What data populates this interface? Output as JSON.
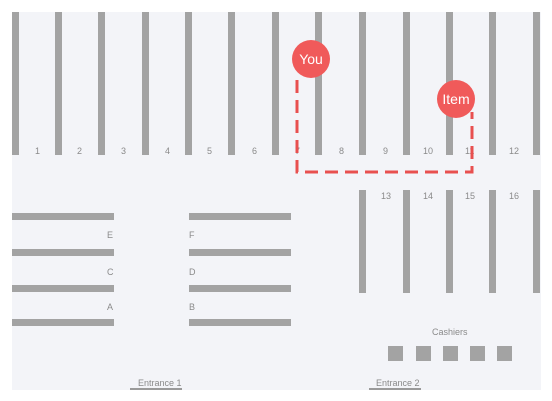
{
  "colors": {
    "floor": "#f3f4f8",
    "shelf": "#a3a3a3",
    "label": "#8a8a8a",
    "marker": "#f05a5a",
    "route": "#e8504f"
  },
  "aisles_top": [
    "1",
    "2",
    "3",
    "4",
    "5",
    "6",
    "7",
    "8",
    "9",
    "10",
    "11",
    "12"
  ],
  "aisles_bottom": [
    "13",
    "14",
    "15",
    "16"
  ],
  "left_aisles": [
    "E",
    "C",
    "A"
  ],
  "mid_aisles": [
    "F",
    "D",
    "B"
  ],
  "cashiers_label": "Cashiers",
  "entrances": [
    "Entrance 1",
    "Entrance 2"
  ],
  "markers": {
    "you": "You",
    "item": "Item"
  }
}
